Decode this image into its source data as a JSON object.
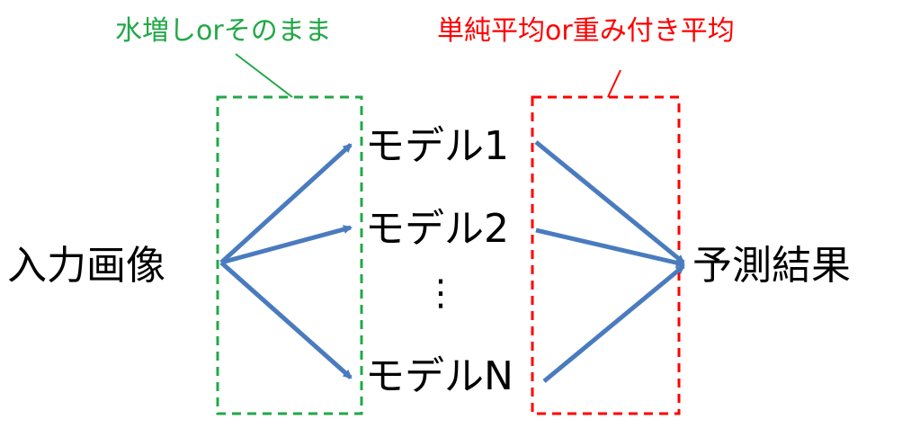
{
  "input": {
    "label": "入力画像"
  },
  "models": [
    {
      "label": "モデル1"
    },
    {
      "label": "モデル2"
    },
    {
      "label": "モデルN"
    }
  ],
  "ellipsis": "⋮",
  "output": {
    "label": "予測結果"
  },
  "annotations": {
    "augmentation": {
      "label": "水増しorそのまま",
      "color": "#22a847"
    },
    "averaging": {
      "label": "単純平均or重み付き平均",
      "color": "#ff0000"
    }
  },
  "colors": {
    "arrow": "#4a7bbf",
    "augmentation_box": "#22a847",
    "averaging_box": "#ff0000",
    "text": "#000000"
  }
}
